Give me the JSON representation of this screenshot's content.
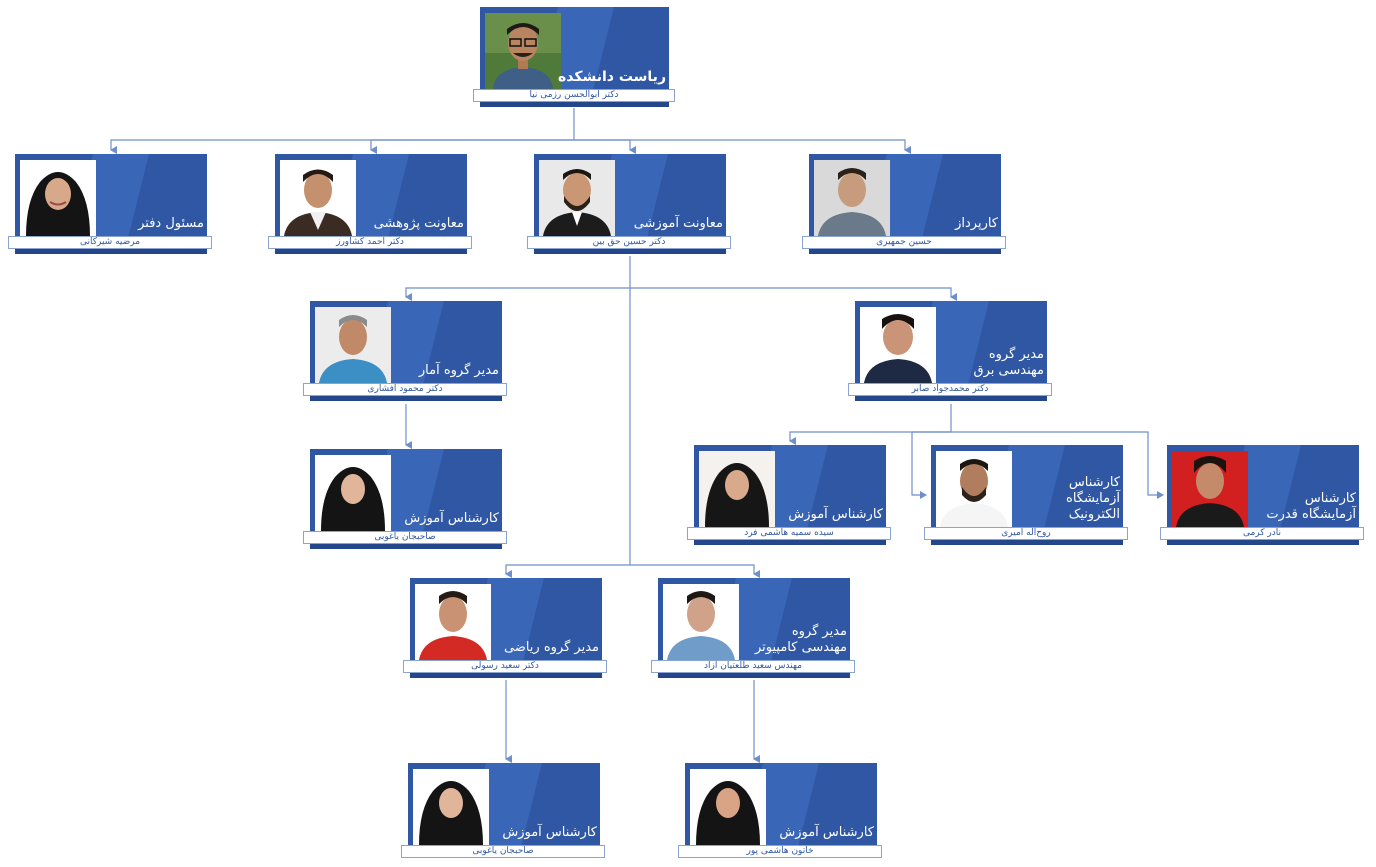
{
  "colors": {
    "card": "#2f57a3",
    "card_light": "#3a66b8",
    "connector": "#6f8fcb",
    "band_border": "#8aa3cf"
  },
  "nodes": [
    {
      "id": "dean",
      "title": "ریاست دانشکده",
      "name": "دکتر ابوالحسن رزمی نیا",
      "photo": "man-glasses-portrait"
    },
    {
      "id": "office",
      "title": "مسئول دفتر",
      "name": "مرضیه شیرکانی",
      "photo": "woman-hijab-portrait"
    },
    {
      "id": "research",
      "title": "معاونت پژوهشی",
      "name": "دکتر احمد کشاورز",
      "photo": "man-portrait"
    },
    {
      "id": "education",
      "title": "معاونت آموزشی",
      "name": "دکتر حسین حق بین",
      "photo": "man-beard-portrait"
    },
    {
      "id": "procurement",
      "title": "کارپرداز",
      "name": "حسین جمهیری",
      "photo": "man-portrait"
    },
    {
      "id": "stats-head",
      "title": "مدیر گروه آمار",
      "name": "دکتر محمود افشاری",
      "photo": "man-blue-shirt-portrait"
    },
    {
      "id": "ee-head",
      "title": "مدیر گروه\nمهندسی برق",
      "name": "دکتر محمدجواد صابر",
      "photo": "man-suit-portrait"
    },
    {
      "id": "stats-expert",
      "title": "کارشناس آموزش",
      "name": "صاحبجان یاغوبی",
      "photo": "woman-hijab-portrait"
    },
    {
      "id": "ee-edu-expert",
      "title": "کارشناس آموزش",
      "name": "سیده سمیه هاشمی فرد",
      "photo": "woman-hijab-portrait"
    },
    {
      "id": "ee-elec-lab",
      "title": "کارشناس\nآزمایشگاه\nالکترونیک",
      "name": "روح‌اله امیری",
      "photo": "man-portrait"
    },
    {
      "id": "ee-power-lab",
      "title": "کارشناس\nآزمایشگاه قدرت",
      "name": "نادر کرمی",
      "photo": "man-red-background-portrait"
    },
    {
      "id": "math-head",
      "title": "مدیر گروه ریاضی",
      "name": "دکتر سعید رسولی",
      "photo": "man-red-shirt-portrait"
    },
    {
      "id": "ce-head",
      "title": "مدیر گروه\nمهندسی کامپیوتر",
      "name": "مهندس سعید طلعتیان آزاد",
      "photo": "man-suit-portrait"
    },
    {
      "id": "math-expert",
      "title": "کارشناس آموزش",
      "name": "صاحبجان یاغوبی",
      "photo": "woman-hijab-portrait"
    },
    {
      "id": "ce-expert",
      "title": "کارشناس آموزش",
      "name": "خاتون هاشمی پور",
      "photo": "woman-hijab-portrait"
    }
  ]
}
